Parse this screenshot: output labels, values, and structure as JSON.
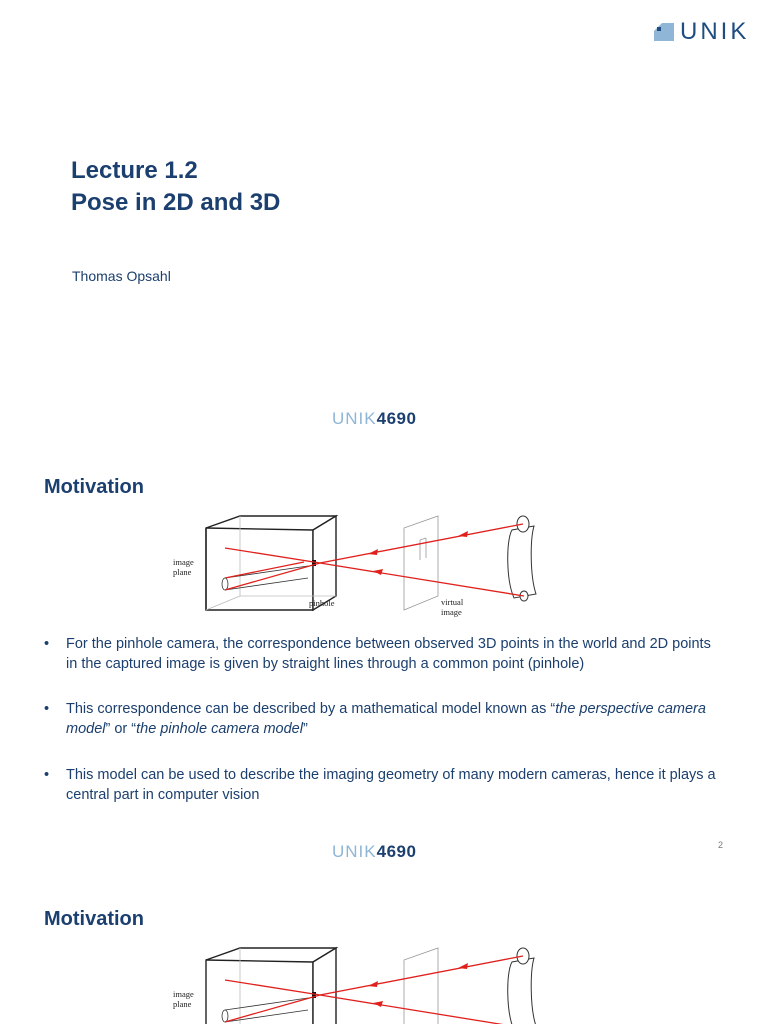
{
  "header": {
    "logo_text": "UNIK"
  },
  "slide1": {
    "title_line1": "Lecture 1.2",
    "title_line2": "Pose in 2D and 3D",
    "author": "Thomas Opsahl",
    "course_prefix": "UNIK",
    "course_number": "4690"
  },
  "slide2": {
    "heading": "Motivation",
    "diagram": {
      "image_plane": "image",
      "image_plane_2": "plane",
      "pinhole": "pinhole",
      "virtual": "virtual",
      "virtual_2": "image"
    },
    "bullets": [
      {
        "t1": "For the pinhole camera, the correspondence between observed 3D points in the world and 2D points in the captured image is given by straight lines through a common point (pinhole)"
      },
      {
        "t1": "This correspondence can be described by a mathematical model known as “",
        "i1": "the perspective camera model",
        "t2": "” or “",
        "i2": "the pinhole camera model",
        "t3": "”"
      },
      {
        "t1": "This model can be used to describe the imaging geometry of many modern cameras, hence it plays a central part in computer vision"
      }
    ],
    "bullet_symbol": "•",
    "course_prefix": "UNIK",
    "course_number": "4690",
    "page_number": "2"
  },
  "slide3": {
    "heading": "Motivation",
    "diagram": {
      "image_plane": "image",
      "image_plane_2": "plane"
    }
  },
  "colors": {
    "text": "#1b3f6e",
    "accent_light": "#8fb6d6",
    "ray": "#e0201c"
  }
}
